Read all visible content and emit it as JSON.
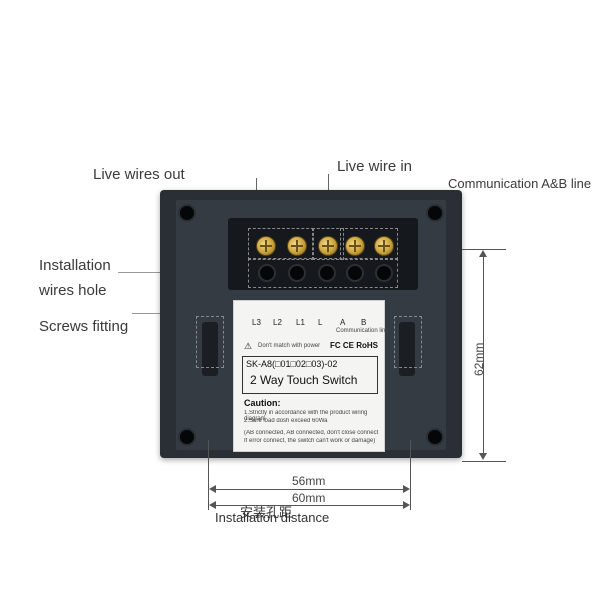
{
  "callouts": {
    "live_wires_out": "Live wires out",
    "live_wire_in": "Live wire in",
    "communication": "Communication A&B line",
    "installation": "Installation",
    "wires_hole": "wires hole",
    "screws_fitting": "Screws fitting"
  },
  "device": {
    "terminal_labels": [
      "L3",
      "L2",
      "L1",
      "L",
      "A",
      "B"
    ],
    "comm_line_text": "Communication line",
    "warning_text": "Don't match with power",
    "cert_marks": "FC CE RoHS",
    "model": "SK-A8(□01□02□03)-02",
    "product": "2 Way Touch Switch",
    "caution_title": "Caution:",
    "caution_lines": [
      "1.Strictly in accordance with the product wiring diagram",
      "2.Sure load dosh exceed 60Wa",
      "(AB connected, AB connected, don't close connect",
      "If error connect, the switch can't work or damage)"
    ]
  },
  "dimensions": {
    "height": "62mm",
    "inner_width": "56mm",
    "outer_width": "60mm",
    "install_cn": "安装孔距",
    "install_en": "Installation distance"
  },
  "colors": {
    "body": "#2a2f36",
    "screw": "#c9a23a",
    "sticker": "#f4f4f2"
  }
}
